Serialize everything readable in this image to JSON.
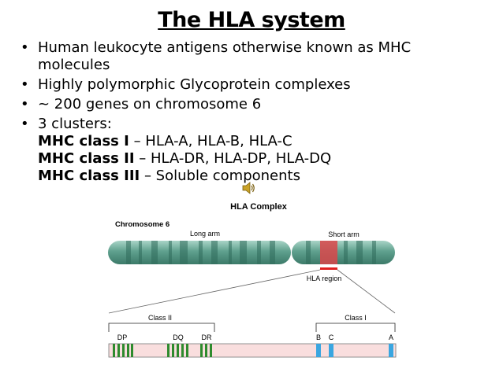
{
  "title": "The HLA system",
  "bullets": [
    {
      "text": "Human leukocyte antigens otherwise known as MHC molecules"
    },
    {
      "text": "Highly polymorphic Glycoprotein complexes"
    },
    {
      "text": "~ 200 genes on chromosome 6"
    },
    {
      "text": "3 clusters:"
    }
  ],
  "clusters": [
    {
      "label": "MHC class I",
      "rest": " – HLA-A, HLA-B, HLA-C"
    },
    {
      "label": "MHC class II",
      "rest": " – HLA-DR, HLA-DP, HLA-DQ"
    },
    {
      "label": "MHC class III",
      "rest": " – Soluble components"
    }
  ],
  "figure": {
    "title": "HLA Complex",
    "chromosome_label": "Chromosome 6",
    "long_arm_label": "Long arm",
    "short_arm_label": "Short arm",
    "hla_region_label": "HLA region",
    "class2_label": "Class II",
    "class1_label": "Class I",
    "gene_labels": {
      "dp": "DP",
      "dq": "DQ",
      "dr": "DR",
      "b": "B",
      "c": "C",
      "a": "A"
    }
  },
  "colors": {
    "chromosome": "#5fa08e",
    "chromosome_band": "#3f7d6c",
    "hla_band": "#d9464a",
    "hla_marker": "#e02020",
    "gene_track": "#f9dede",
    "class2_genes": "#2e8b2e",
    "class1_genes": "#3aa6e0"
  }
}
